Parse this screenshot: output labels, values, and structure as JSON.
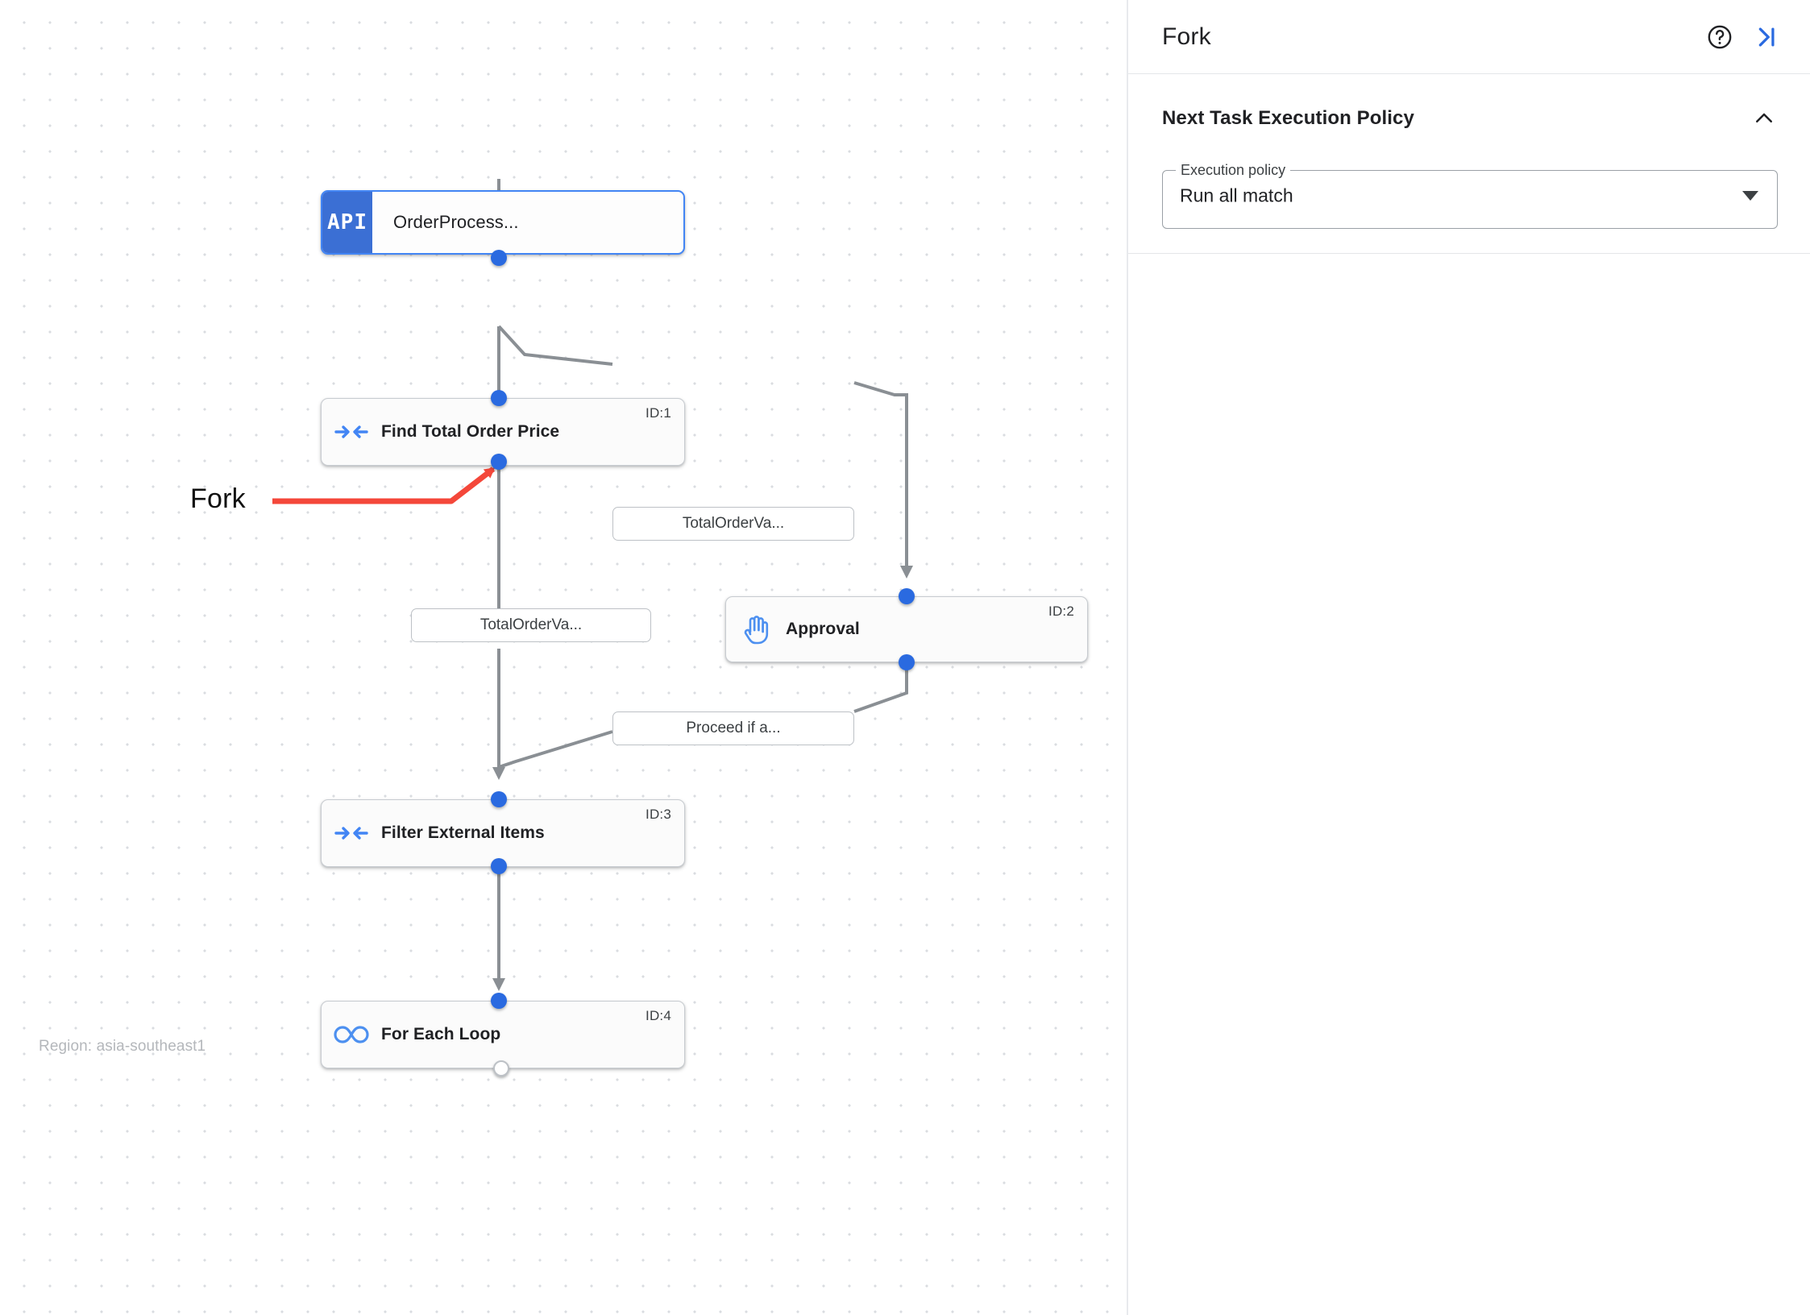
{
  "canvas": {
    "region_label": "Region: asia-southeast1",
    "annotation": {
      "label": "Fork",
      "color": "#f4473a"
    },
    "nodes": [
      {
        "id": "trigger",
        "kind": "api-trigger",
        "badge": "API",
        "title": "OrderProcess...",
        "id_label": "",
        "icon": "api-icon"
      },
      {
        "id": "task1",
        "kind": "task",
        "title": "Find Total Order Price",
        "id_label": "ID:1",
        "icon": "merge-arrows-icon"
      },
      {
        "id": "task2",
        "kind": "task",
        "title": "Approval",
        "id_label": "ID:2",
        "icon": "hand-icon"
      },
      {
        "id": "task3",
        "kind": "task",
        "title": "Filter External Items",
        "id_label": "ID:3",
        "icon": "merge-arrows-icon"
      },
      {
        "id": "task4",
        "kind": "task",
        "title": "For Each Loop",
        "id_label": "ID:4",
        "icon": "infinity-icon"
      }
    ],
    "edge_labels": [
      {
        "id": "e1",
        "text": "TotalOrderVa..."
      },
      {
        "id": "e2",
        "text": "TotalOrderVa..."
      },
      {
        "id": "e3",
        "text": "Proceed if a..."
      }
    ]
  },
  "panel": {
    "title": "Fork",
    "help_icon": "help-circle-icon",
    "collapse_icon": "collapse-right-icon",
    "section": {
      "title": "Next Task Execution Policy",
      "collapse_icon": "chevron-up-icon",
      "field": {
        "label": "Execution policy",
        "value": "Run all match",
        "caret_icon": "chevron-down-icon"
      }
    }
  },
  "colors": {
    "accent": "#2a6ae0",
    "trigger_border": "#4285f4",
    "api_badge": "#3b6fd4",
    "annotation_red": "#f4473a",
    "edge_gray": "#80868b"
  }
}
